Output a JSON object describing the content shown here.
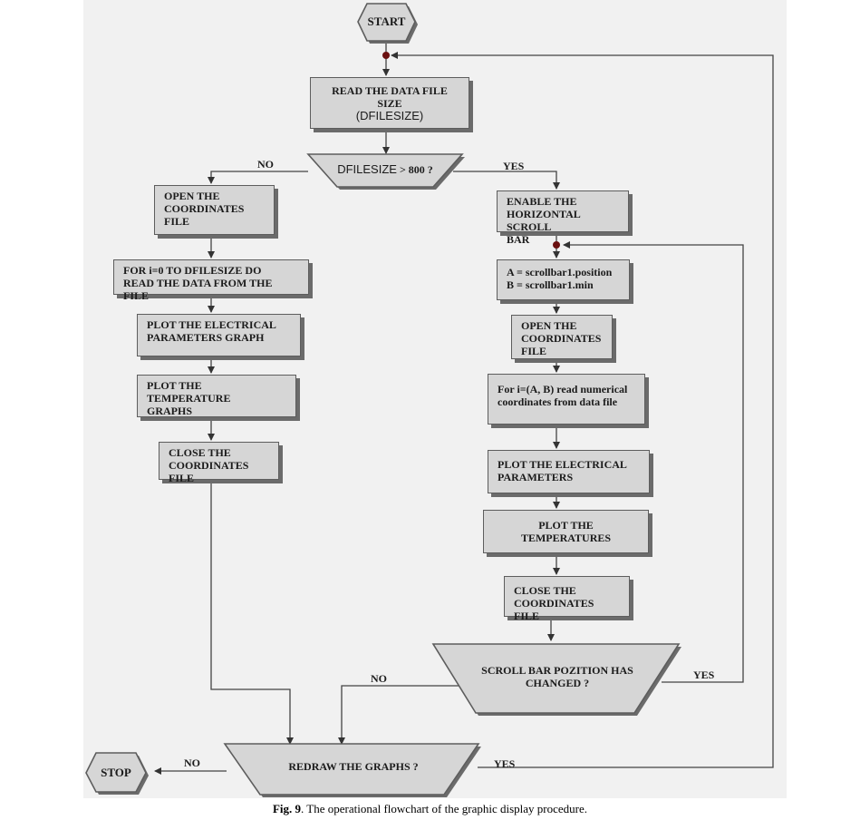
{
  "start": "START",
  "stop": "STOP",
  "read_size": {
    "line1": "READ THE DATA FILE SIZE",
    "line2": "(DFILESIZE)"
  },
  "decision_size": {
    "var": "DFILESIZE",
    "rest": " > 800 ?"
  },
  "left": {
    "open": "OPEN THE\nCOORDINATES\nFILE",
    "loop": "FOR i=0 TO DFILESIZE DO\nREAD THE DATA FROM THE FILE",
    "plot_electrical": "PLOT THE ELECTRICAL\nPARAMETERS GRAPH",
    "plot_temperature": "PLOT THE TEMPERATURE\nGRAPHS",
    "close": "CLOSE THE\nCOORDINATES FILE"
  },
  "right": {
    "enable": "ENABLE THE\nHORIZONTAL SCROLL\nBAR",
    "assign": "A = scrollbar1.position\nB = scrollbar1.min",
    "open": "OPEN THE\nCOORDINATES\nFILE",
    "loop": "For i=(A, B) read numerical\ncoordinates from data file",
    "plot_electrical": "PLOT THE ELECTRICAL\nPARAMETERS",
    "plot_temperatures": "PLOT THE TEMPERATURES",
    "close": "CLOSE THE\nCOORDINATES FILE"
  },
  "decision_scroll": "SCROLL BAR POZITION HAS\nCHANGED ?",
  "decision_redraw": "REDRAW THE GRAPHS ?",
  "labels": {
    "no_size": "NO",
    "yes_size": "YES",
    "no_scroll": "NO",
    "yes_scroll": "YES",
    "no_redraw": "NO",
    "yes_redraw": "YES"
  },
  "caption": {
    "fig": "Fig. 9",
    "text": ". The operational flowchart of the graphic display procedure."
  }
}
